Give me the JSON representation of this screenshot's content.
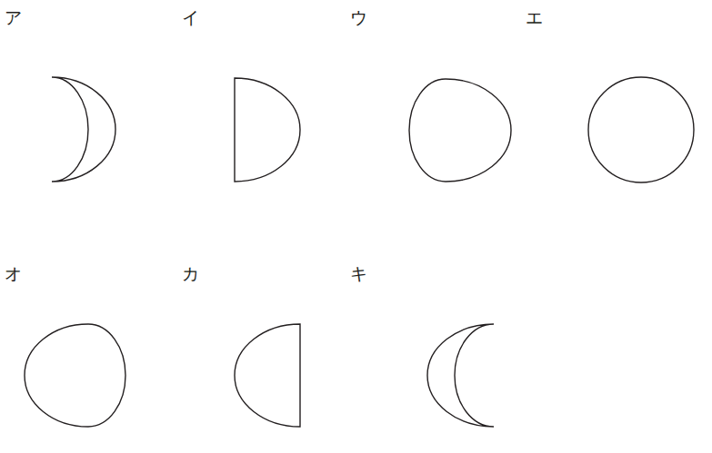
{
  "diagram": {
    "labels": [
      "ア",
      "イ",
      "ウ",
      "エ",
      "オ",
      "カ",
      "キ"
    ]
  }
}
